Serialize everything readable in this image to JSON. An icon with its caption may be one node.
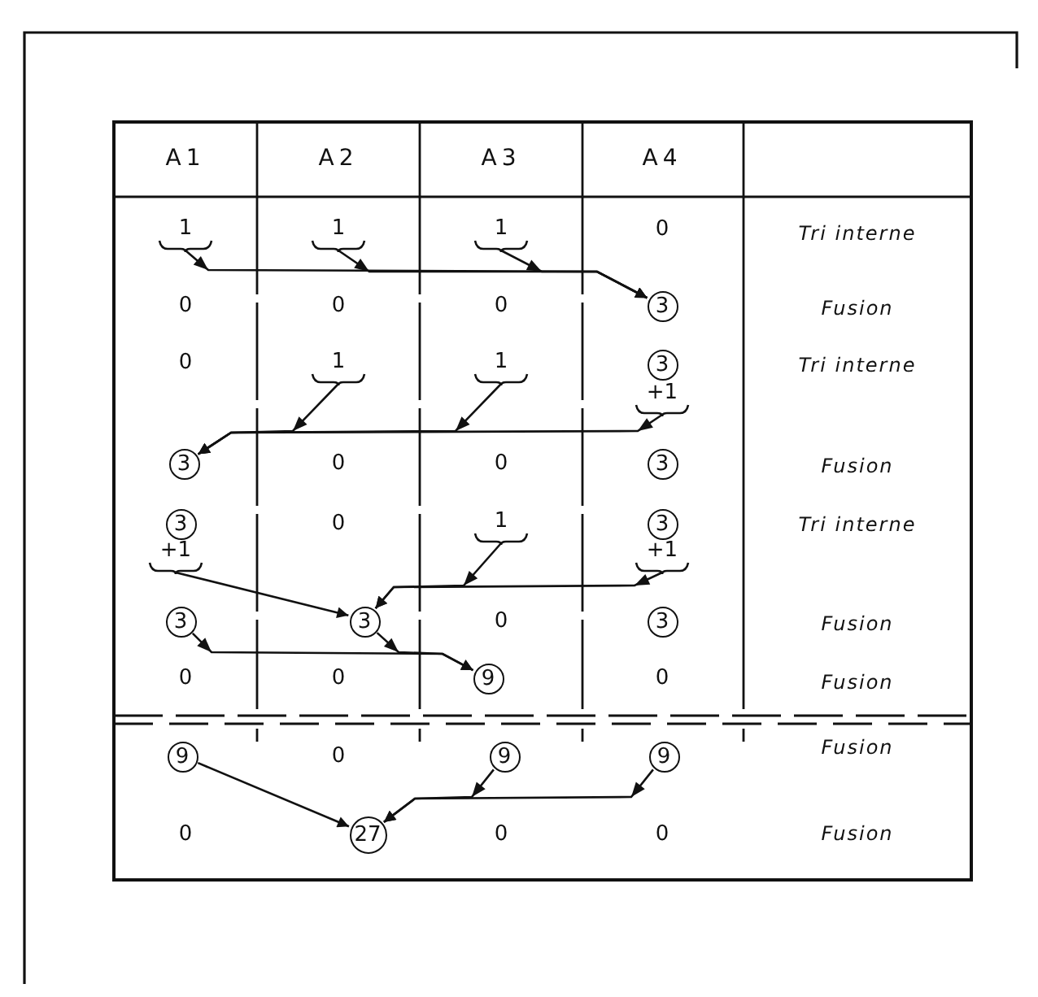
{
  "diagram": {
    "nodes": [
      {
        "text": [
          "1"
        ]
      },
      {
        "text": [
          "1"
        ]
      },
      {
        "text": [
          "1"
        ]
      },
      {
        "text": [
          "3"
        ]
      },
      {
        "text": [
          "1"
        ]
      },
      {
        "text": [
          "1"
        ]
      },
      {
        "text": [
          "3"
        ]
      },
      {
        "text": [
          "+1"
        ]
      },
      {
        "text": [
          "3"
        ]
      },
      {
        "text": [
          "3"
        ]
      },
      {
        "text": [
          "3"
        ]
      },
      {
        "text": [
          "1"
        ]
      },
      {
        "text": [
          "3"
        ]
      },
      {
        "text": [
          "+1"
        ]
      },
      {
        "text": [
          "+1"
        ]
      },
      {
        "text": [
          "3"
        ]
      },
      {
        "text": [
          "3"
        ]
      },
      {
        "text": [
          "3"
        ]
      },
      {
        "text": [
          "9"
        ]
      },
      {
        "text": [
          "9"
        ]
      },
      {
        "text": [
          "9"
        ]
      },
      {
        "text": [
          "9"
        ]
      },
      {
        "text": [
          "27"
        ]
      }
    ],
    "edges": [
      {
        "from": 0,
        "to": 3,
        "arrow": "to"
      },
      {
        "from": 1,
        "to": 3,
        "arrow": "to"
      },
      {
        "from": 2,
        "to": 3,
        "arrow": "to"
      },
      {
        "from": 4,
        "to": 8,
        "arrow": "to"
      },
      {
        "from": 5,
        "to": 8,
        "arrow": "to"
      },
      {
        "from": 7,
        "to": 8,
        "arrow": "to"
      },
      {
        "from": 13,
        "to": 16,
        "arrow": "to"
      },
      {
        "from": 11,
        "to": 16,
        "arrow": "to"
      },
      {
        "from": 14,
        "to": 16,
        "arrow": "to"
      },
      {
        "from": 15,
        "to": 18,
        "arrow": "to"
      },
      {
        "from": 16,
        "to": 18,
        "arrow": "to"
      },
      {
        "from": 19,
        "to": 22,
        "arrow": "to"
      },
      {
        "from": 20,
        "to": 22,
        "arrow": "to"
      },
      {
        "from": 21,
        "to": 22,
        "arrow": "to"
      }
    ],
    "labels": [
      "A1",
      "A2",
      "A3",
      "A4",
      "0",
      "Tri interne",
      "0",
      "0",
      "0",
      "Fusion",
      "0",
      "Tri interne",
      "0",
      "0",
      "Fusion",
      "0",
      "Tri interne",
      "0",
      "Fusion",
      "0",
      "0",
      "0",
      "Fusion",
      "0",
      "Fusion",
      "0",
      "0",
      "0",
      "Fusion"
    ]
  }
}
